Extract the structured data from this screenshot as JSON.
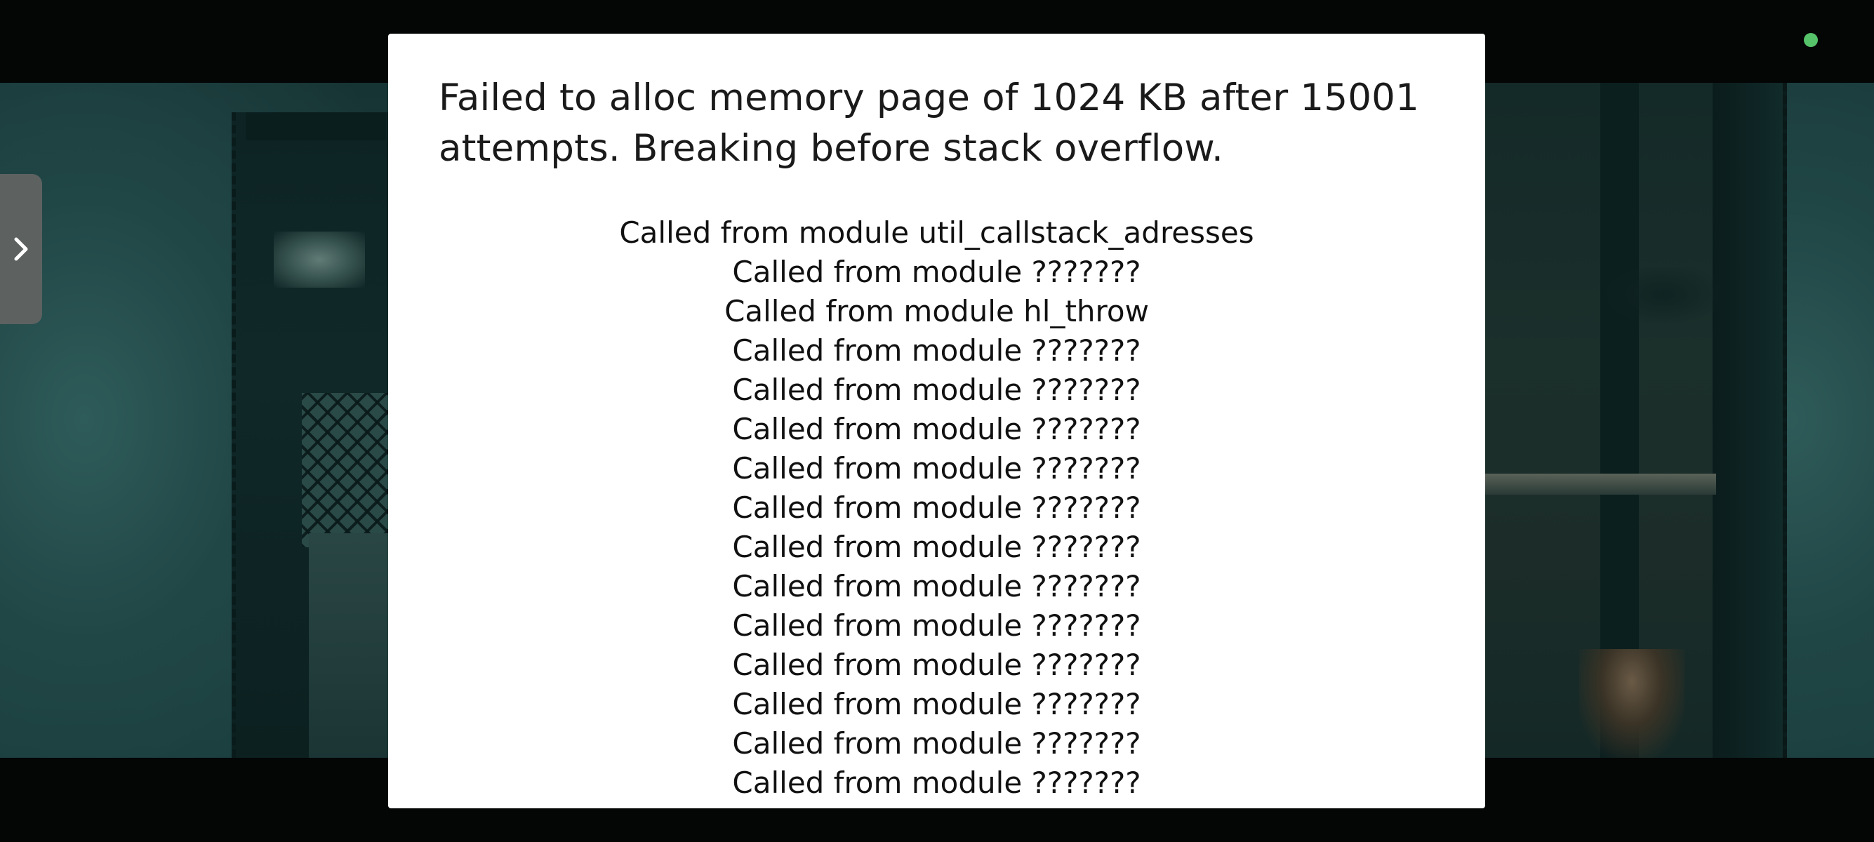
{
  "colors": {
    "dialog_background": "#ffffff",
    "dialog_text": "#111111",
    "status_indicator": "#56c26a",
    "side_handle": "#5d6261",
    "letterbox": "#040505"
  },
  "status": {
    "icon": "status-dot-icon"
  },
  "side_panel": {
    "toggle_icon": "chevron-right-icon"
  },
  "error_dialog": {
    "message": "Failed to alloc memory page of 1024 KB after 15001 attempts. Breaking before stack overflow.",
    "stack_trace": [
      "Called from module util_callstack_adresses",
      "Called from module ???????",
      "Called from module hl_throw",
      "Called from module ???????",
      "Called from module ???????",
      "Called from module ???????",
      "Called from module ???????",
      "Called from module ???????",
      "Called from module ???????",
      "Called from module ???????",
      "Called from module ???????",
      "Called from module ???????",
      "Called from module ???????",
      "Called from module ???????",
      "Called from module ???????"
    ]
  }
}
